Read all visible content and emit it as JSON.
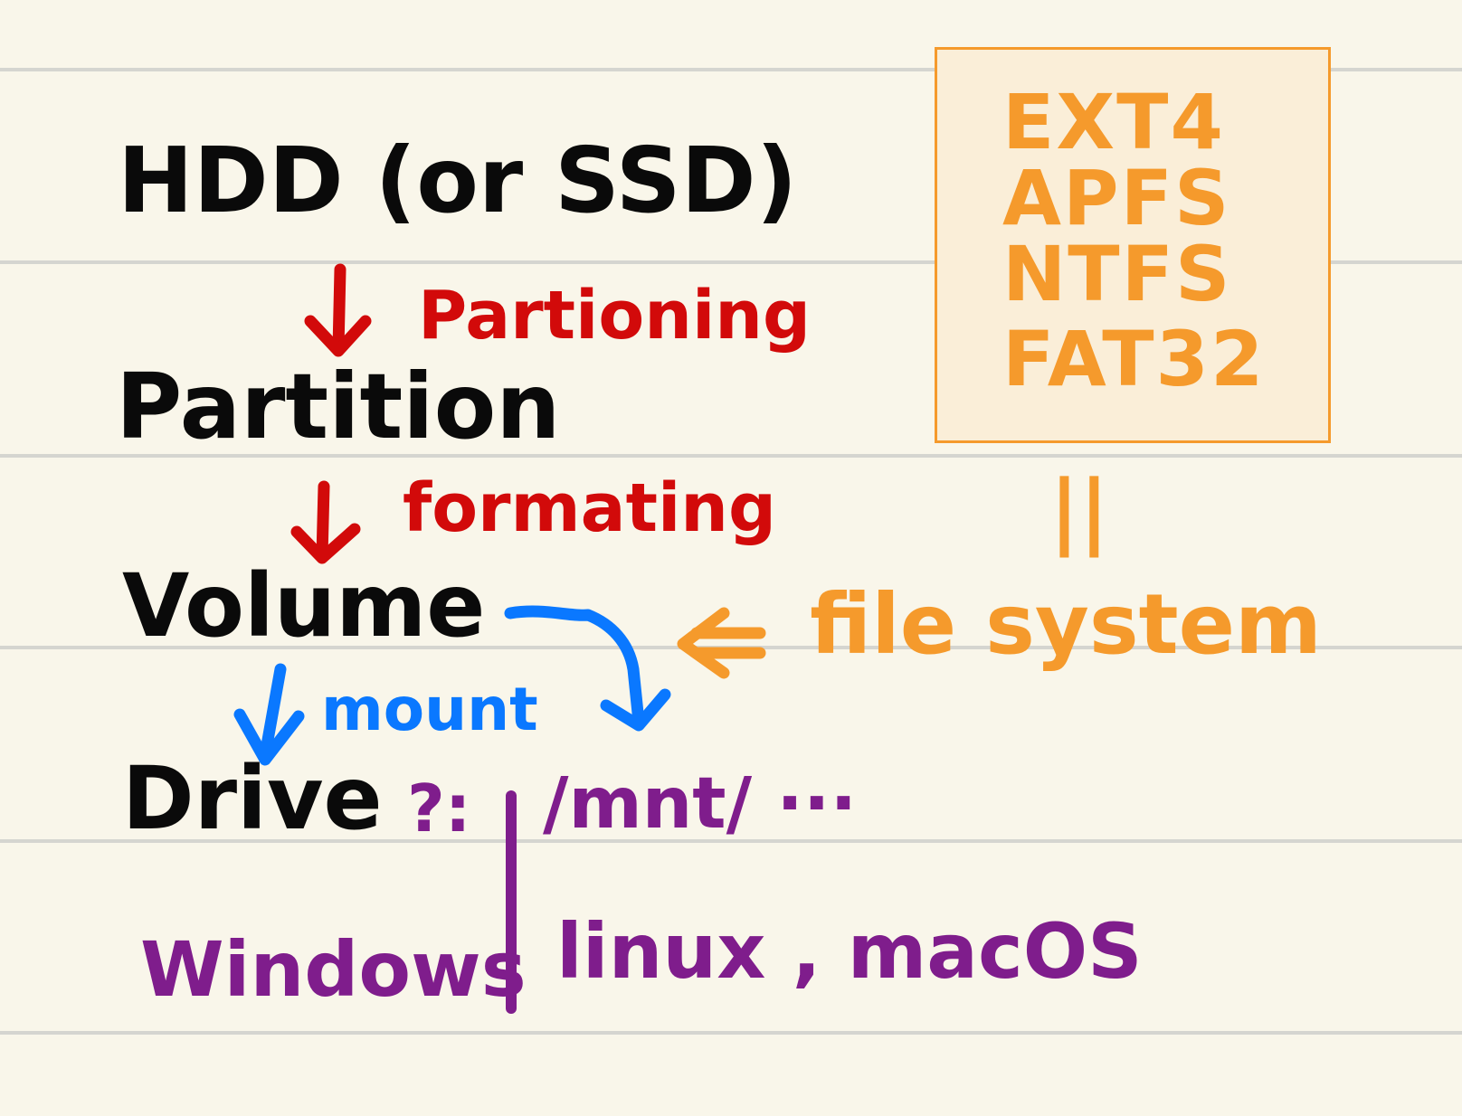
{
  "flow": {
    "hdd": "HDD (or SSD)",
    "partitioning": "Partioning",
    "partition": "Partition",
    "formatting": "formating",
    "volume": "Volume",
    "mount": "mount",
    "drive": "Drive",
    "drive_letter": "?:",
    "mount_path": "/mnt/ ···",
    "windows": "Windows",
    "unix": "linux , macOS"
  },
  "filesystems": {
    "items": [
      "EXT4",
      "APFS",
      "NTFS",
      "FAT32"
    ],
    "equals": "||",
    "label": "file system"
  },
  "colors": {
    "black": "#0a0a0a",
    "red": "#d20a0a",
    "blue": "#0a78ff",
    "orange": "#f59a2c",
    "purple": "#7f1d8c",
    "paper": "#f9f6ea"
  }
}
